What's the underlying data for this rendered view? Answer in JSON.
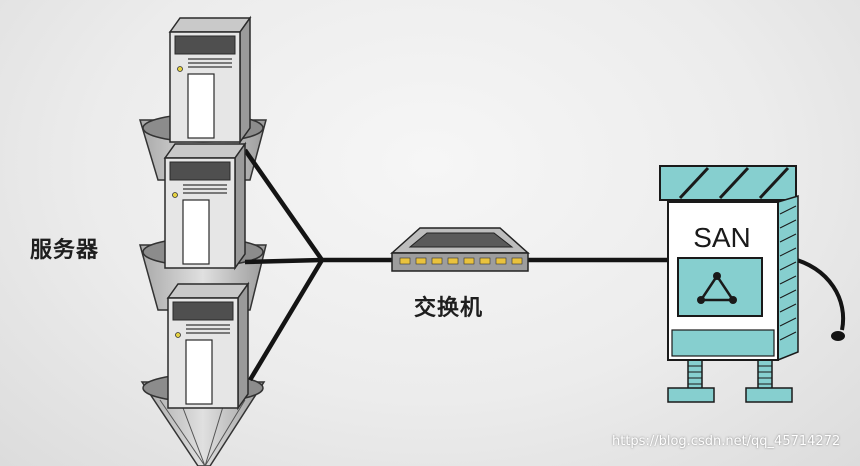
{
  "diagram": {
    "servers_label": "服务器",
    "switch_label": "交换机",
    "storage_label": "SAN",
    "watermark": "https://blog.csdn.net/qq_45714272"
  },
  "colors": {
    "teal": "#86cfcf",
    "cable": "#141414",
    "switch_led": "#e9c23d",
    "platform": "#8c8c8c"
  },
  "icons": [
    "server-icon",
    "switch-icon",
    "network-triangle-icon"
  ]
}
